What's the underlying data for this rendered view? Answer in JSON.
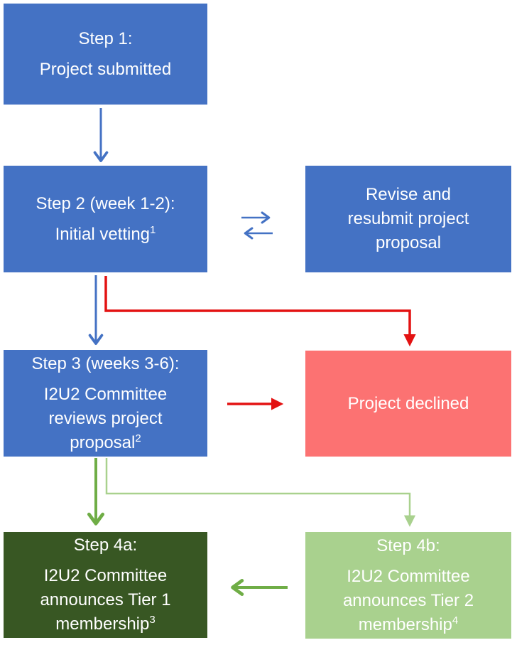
{
  "colors": {
    "box-blue": "#4472C4",
    "box-red": "#FC7272",
    "box-green-dark": "#385723",
    "box-green-light": "#A9D18E",
    "arrow-blue": "#4472C4",
    "arrow-red": "#E31212",
    "arrow-green": "#6FAD46",
    "arrow-green-light": "#A9D18E",
    "text-white": "#FFFFFF"
  },
  "boxes": {
    "step1": {
      "title": "Step 1:",
      "body": "Project submitted"
    },
    "step2": {
      "title": "Step 2 (week 1-2):",
      "body": "Initial vetting",
      "footnote": "1"
    },
    "revise": {
      "body": "Revise and resubmit project proposal"
    },
    "step3": {
      "title": "Step 3 (weeks 3-6):",
      "body": "I2U2 Committee reviews project proposal",
      "footnote": "2"
    },
    "declined": {
      "body": "Project declined"
    },
    "step4a": {
      "title": "Step 4a:",
      "body": "I2U2 Committee announces Tier 1 membership",
      "footnote": "3"
    },
    "step4b": {
      "title": "Step 4b:",
      "body": "I2U2 Committee announces Tier 2 membership",
      "footnote": "4"
    }
  },
  "flow": [
    {
      "from": "step1",
      "to": "step2",
      "color": "blue"
    },
    {
      "from": "step2",
      "to": "revise",
      "color": "blue",
      "bidirectional": true
    },
    {
      "from": "step2",
      "to": "declined",
      "color": "red"
    },
    {
      "from": "step2",
      "to": "step3",
      "color": "blue"
    },
    {
      "from": "step3",
      "to": "declined",
      "color": "red"
    },
    {
      "from": "step3",
      "to": "step4a",
      "color": "green"
    },
    {
      "from": "step3",
      "to": "step4b",
      "color": "light-green"
    },
    {
      "from": "step4b",
      "to": "step4a",
      "color": "green"
    }
  ]
}
